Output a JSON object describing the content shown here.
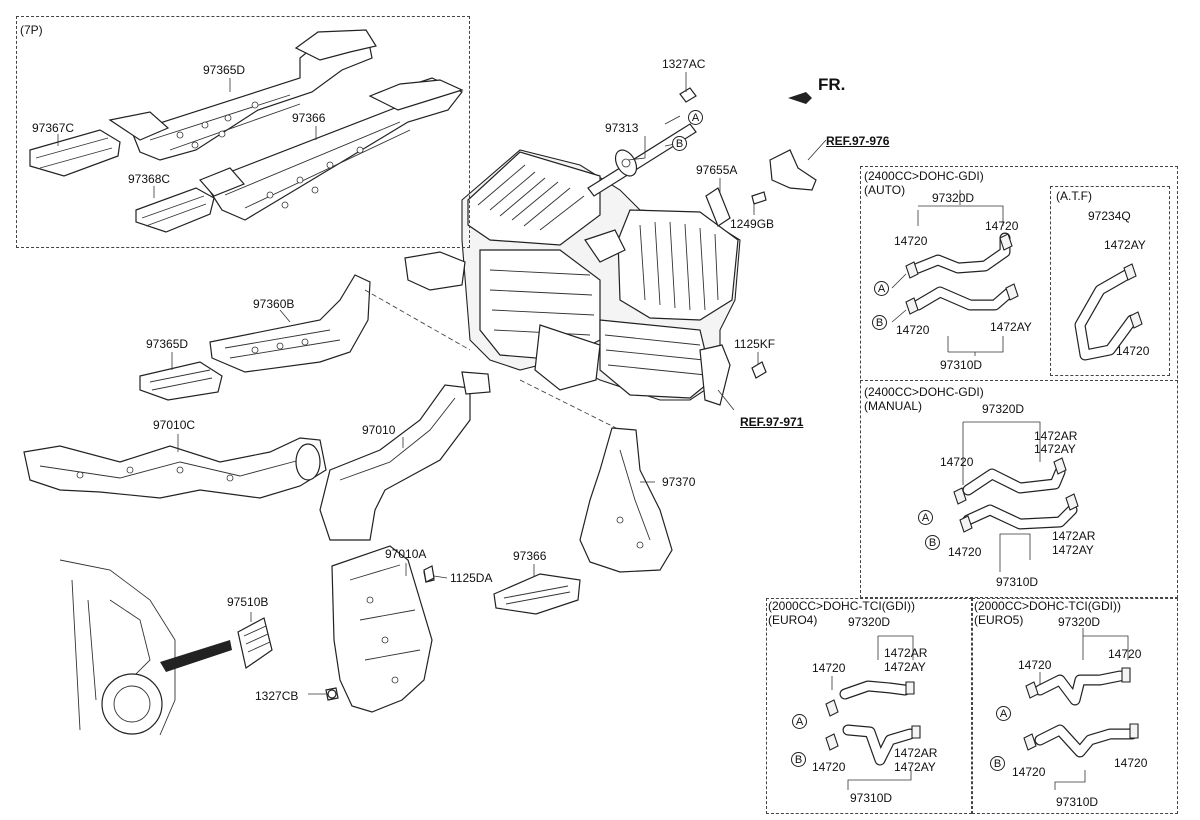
{
  "diagram": {
    "fr_label": "FR.",
    "refs": {
      "r976": "REF.97-976",
      "r971": "REF.97-971"
    },
    "kit_box": {
      "title": "(7P)",
      "labels": {
        "p97365D": "97365D",
        "p97367C": "97367C",
        "p97366": "97366",
        "p97368C": "97368C"
      }
    },
    "parts": {
      "p1327AC": "1327AC",
      "p97313": "97313",
      "p97655A": "97655A",
      "p1249GB": "1249GB",
      "p1125KF": "1125KF",
      "p97360B": "97360B",
      "p97365D": "97365D",
      "p97010C": "97010C",
      "p97010": "97010",
      "p97370": "97370",
      "p97010A": "97010A",
      "p1125DA": "1125DA",
      "p97366": "97366",
      "p97510B": "97510B",
      "p1327CB": "1327CB"
    },
    "circles": {
      "a": "A",
      "b": "B"
    },
    "hose_boxes": {
      "auto": {
        "title1": "(2400CC>DOHC-GDI)",
        "title2": "(AUTO)",
        "l97320D": "97320D",
        "l14720a": "14720",
        "l14720b": "14720",
        "l14720c": "14720",
        "l1472AY": "1472AY",
        "l97310D": "97310D"
      },
      "atf": {
        "title": "(A.T.F)",
        "l97234Q": "97234Q",
        "l1472AY": "1472AY",
        "l14720": "14720"
      },
      "manual": {
        "title1": "(2400CC>DOHC-GDI)",
        "title2": "(MANUAL)",
        "l97320D": "97320D",
        "l1472AR_a": "1472AR",
        "l1472AY_a": "1472AY",
        "l14720a": "14720",
        "l1472AR_b": "1472AR",
        "l1472AY_b": "1472AY",
        "l14720b": "14720",
        "l97310D": "97310D"
      },
      "euro4": {
        "title1": "(2000CC>DOHC-TCI(GDI))",
        "title2": "(EURO4)",
        "l97320D": "97320D",
        "l14720a": "14720",
        "l1472AR_a": "1472AR",
        "l1472AY_a": "1472AY",
        "l1472AR_b": "1472AR",
        "l1472AY_b": "1472AY",
        "l14720b": "14720",
        "l97310D": "97310D"
      },
      "euro5": {
        "title1": "(2000CC>DOHC-TCI(GDI))",
        "title2": "(EURO5)",
        "l97320D": "97320D",
        "l14720a": "14720",
        "l14720b": "14720",
        "l14720c": "14720",
        "l14720d": "14720",
        "l97310D": "97310D"
      }
    }
  }
}
